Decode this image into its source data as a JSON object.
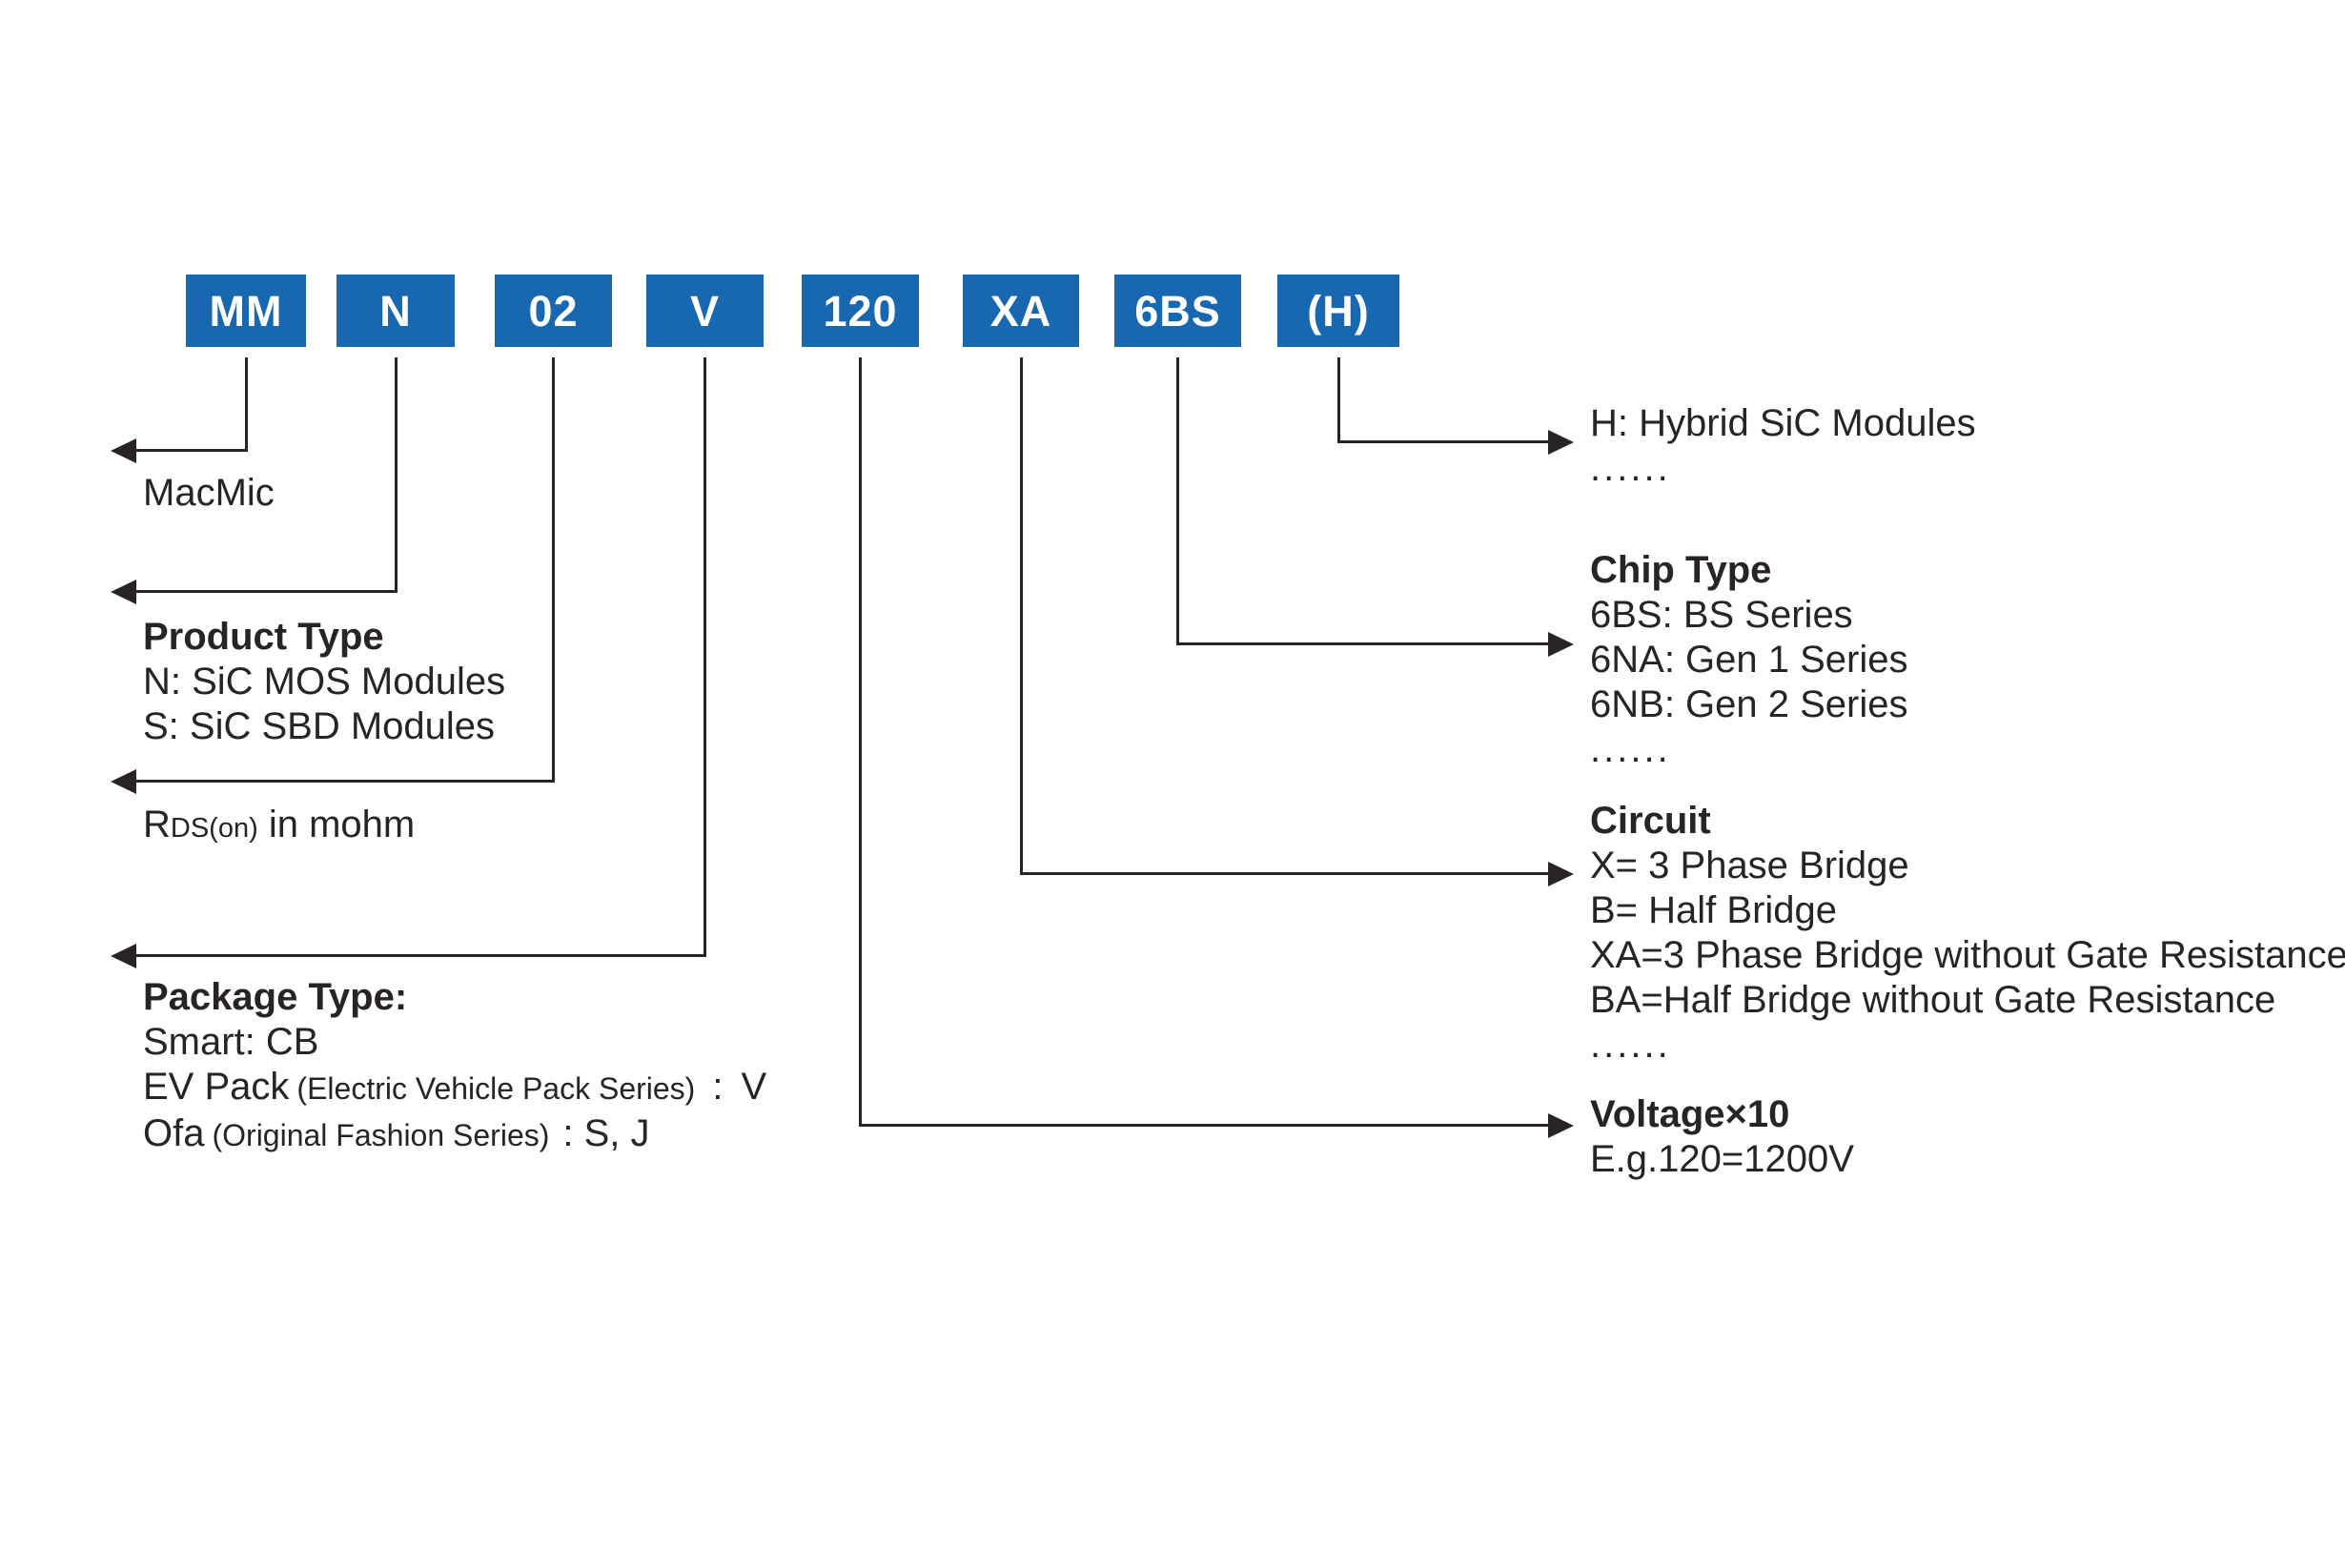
{
  "colors": {
    "box_blue": "#1767B1",
    "ink": "#282425"
  },
  "part_code": {
    "segments": [
      "MM",
      "N",
      "02",
      "V",
      "120",
      "XA",
      "6BS",
      "(H)"
    ]
  },
  "left_annotations": {
    "brand": {
      "text": "MacMic"
    },
    "product_type": {
      "heading": "Product Type",
      "item1": "N: SiC MOS Modules",
      "item2": "S: SiC SBD Modules"
    },
    "rds": {
      "r": "R",
      "sub": "DS(on)",
      "rest": " in mohm"
    },
    "package_type": {
      "heading": "Package Type:",
      "item1": "Smart: CB",
      "ev": {
        "name": "EV Pack",
        "paren": "(Electric Vehicle Pack Series)",
        "suffix": ": V"
      },
      "ofa": {
        "name": "Ofa",
        "paren": "(Original Fashion Series)",
        "suffix": ": S, J"
      }
    }
  },
  "right_annotations": {
    "hybrid": {
      "item1": "H: Hybrid SiC Modules",
      "more": "......"
    },
    "chip_type": {
      "heading": "Chip Type",
      "item1": "6BS: BS Series",
      "item2": "6NA: Gen 1 Series",
      "item3": "6NB: Gen 2 Series",
      "more": "......"
    },
    "circuit": {
      "heading": "Circuit",
      "item1": "X= 3 Phase Bridge",
      "item2": "B= Half Bridge",
      "item3": "XA=3 Phase Bridge without Gate Resistance",
      "item4": "BA=Half Bridge without Gate Resistance",
      "more": "......"
    },
    "voltage": {
      "heading": "Voltage×10",
      "item1": "E.g.120=1200V"
    }
  }
}
